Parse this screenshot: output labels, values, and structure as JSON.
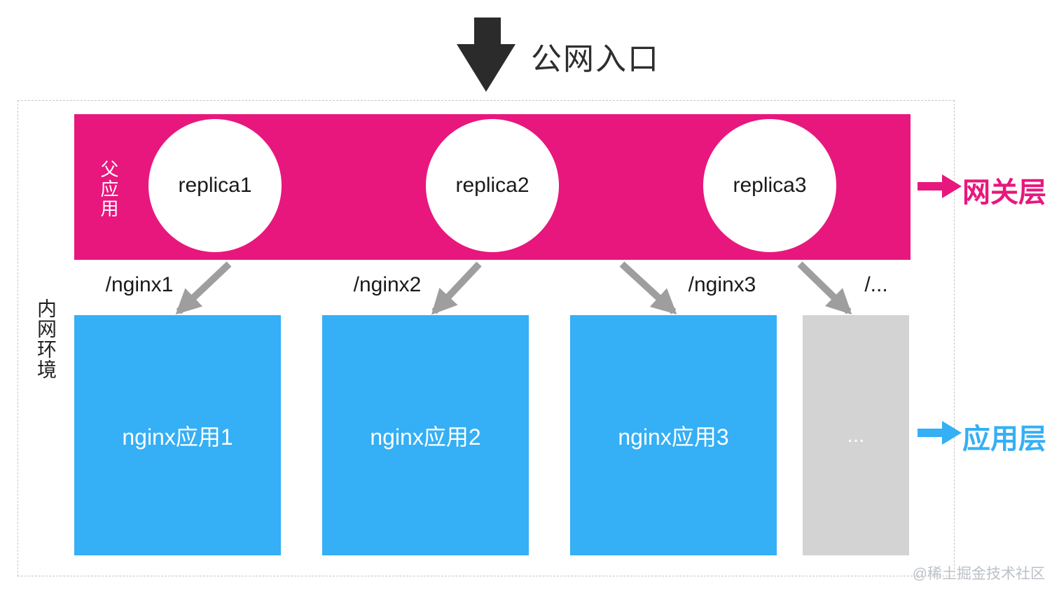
{
  "entry": {
    "icon": "arrow-down",
    "label": "公网入口"
  },
  "gateway": {
    "side_label": "父应用",
    "replicas": [
      {
        "name": "replica1"
      },
      {
        "name": "replica2"
      },
      {
        "name": "replica3"
      }
    ],
    "layer_label": "网关层"
  },
  "routes": [
    {
      "path": "/nginx1"
    },
    {
      "path": "/nginx2"
    },
    {
      "path": "/nginx3"
    },
    {
      "path": "/..."
    }
  ],
  "internal": {
    "side_label": "内网环境",
    "apps": [
      {
        "name": "nginx应用1"
      },
      {
        "name": "nginx应用2"
      },
      {
        "name": "nginx应用3"
      },
      {
        "name": "..."
      }
    ],
    "layer_label": "应用层"
  },
  "watermark": "@稀土掘金技术社区",
  "colors": {
    "gateway_pink": "#e8177d",
    "app_blue": "#35aff5",
    "placeholder_gray": "#d3d3d3",
    "arrow_gray": "#9e9e9e",
    "entry_black": "#2b2b2b"
  }
}
